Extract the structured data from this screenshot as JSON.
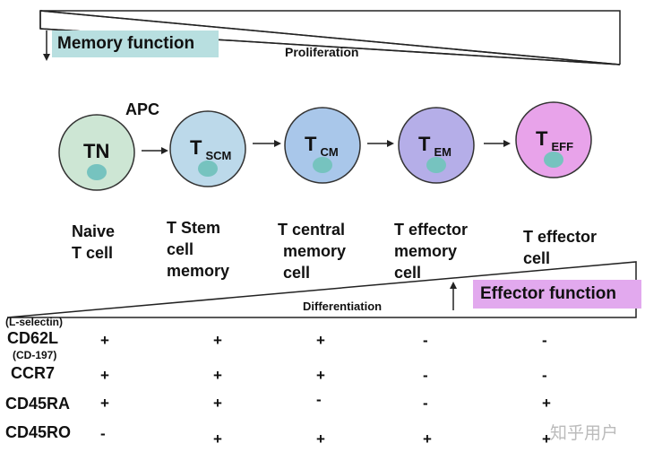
{
  "top_box": {
    "label": "Memory function",
    "color": "#b8dfe0"
  },
  "proliferation_label": "Proliferation",
  "apc_label": "APC",
  "cells": [
    {
      "main": "TN",
      "sub": "",
      "fill": "#cde6d4",
      "desc": [
        "Naive",
        "T cell"
      ]
    },
    {
      "main": "T",
      "sub": "SCM",
      "fill": "#bcd9ea",
      "desc": [
        "T Stem",
        "cell",
        "memory"
      ]
    },
    {
      "main": "T",
      "sub": "CM",
      "fill": "#a9c7ea",
      "desc": [
        "T central",
        "memory",
        "cell"
      ]
    },
    {
      "main": "T",
      "sub": "EM",
      "fill": "#b5aee8",
      "desc": [
        "T effector",
        "memory",
        "cell"
      ]
    },
    {
      "main": "T",
      "sub": "EFF",
      "fill": "#e8a3ea",
      "desc": [
        "T effector",
        "cell"
      ]
    }
  ],
  "differentiation_label": "Differentiation",
  "bottom_box": {
    "label": "Effector function",
    "color": "#e2a9ee"
  },
  "markers": [
    {
      "name": "CD62L",
      "alias": "(L-selectin)",
      "values": [
        "+",
        "+",
        "+",
        "-",
        "-"
      ]
    },
    {
      "name": "CCR7",
      "alias": "(CD-197)",
      "values": [
        "+",
        "+",
        "+",
        "-",
        "-"
      ]
    },
    {
      "name": "CD45RA",
      "alias": "",
      "values": [
        "+",
        "+",
        "-",
        "-",
        "+"
      ]
    },
    {
      "name": "CD45RO",
      "alias": "",
      "values": [
        "-",
        "+",
        "+",
        "+",
        "+"
      ]
    }
  ],
  "watermark": "知乎用户"
}
